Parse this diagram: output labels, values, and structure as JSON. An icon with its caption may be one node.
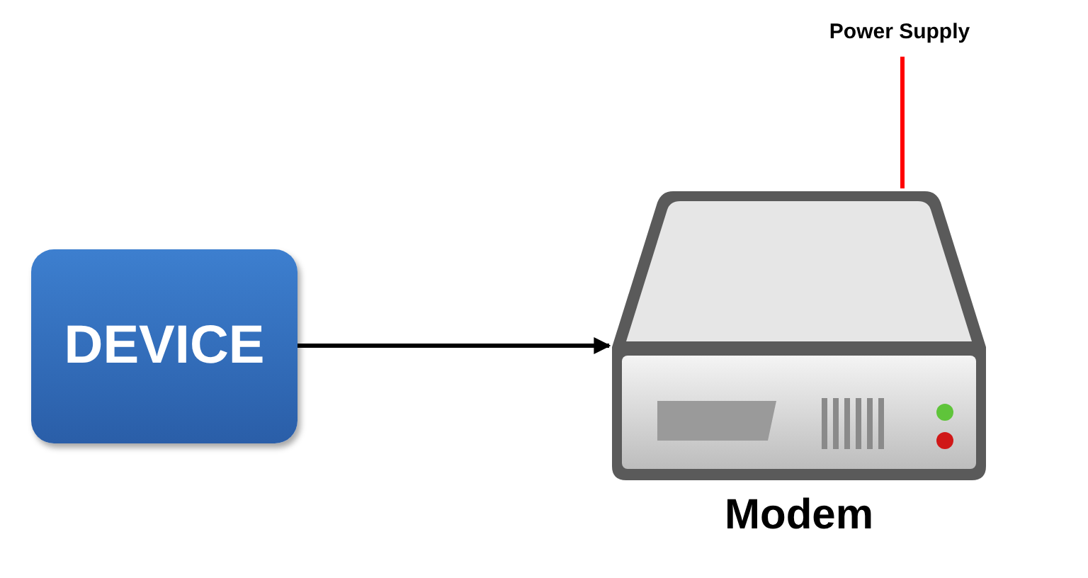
{
  "diagram": {
    "nodes": [
      {
        "text": [
          "DEVICE"
        ]
      },
      {
        "text": [
          "Modem"
        ]
      },
      {
        "text": [
          "Power Supply"
        ]
      }
    ],
    "edges": [
      {
        "from": 0,
        "to": 1,
        "arrow": "to"
      },
      {
        "from": 2,
        "to": 1,
        "arrow": "none",
        "color": "#ff0000"
      }
    ]
  }
}
